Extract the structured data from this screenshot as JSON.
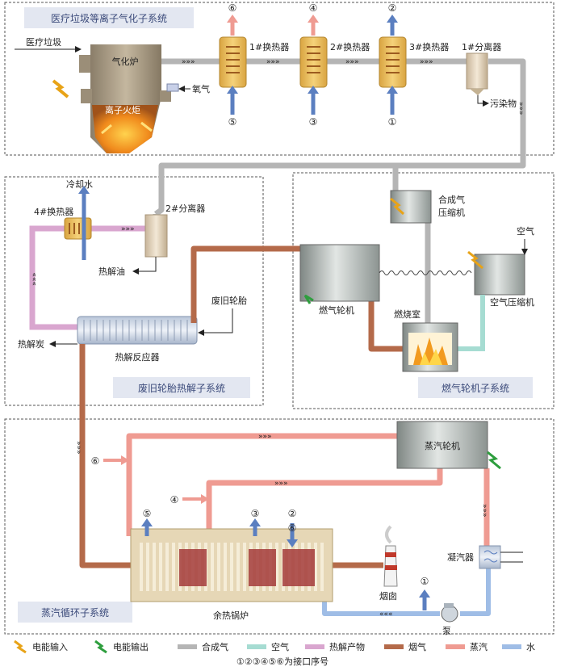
{
  "subsystems": {
    "gasification": "医疗垃圾等离子气化子系统",
    "pyrolysis": "废旧轮胎热解子系统",
    "gas_turbine": "燃气轮机子系统",
    "steam_cycle": "蒸汽循环子系统"
  },
  "labels": {
    "medical_waste": "医疗垃圾",
    "gasifier": "气化炉",
    "plasma_torch": "离子火炬",
    "oxygen": "氧气",
    "hx1": "1#换热器",
    "hx2": "2#换热器",
    "hx3": "3#换热器",
    "hx4": "4#换热器",
    "sep1": "1#分离器",
    "sep2": "2#分离器",
    "pollutant": "污染物",
    "cooling_water": "冷却水",
    "pyrolysis_oil": "热解油",
    "pyrolysis_char": "热解炭",
    "pyrolysis_reactor": "热解反应器",
    "waste_tire": "废旧轮胎",
    "syngas_compressor_1": "合成气",
    "syngas_compressor_2": "压缩机",
    "gas_turbine": "燃气轮机",
    "combustor": "燃烧室",
    "air": "空气",
    "air_compressor": "空气压缩机",
    "steam_turbine": "蒸汽轮机",
    "condenser": "凝汽器",
    "chimney": "烟囱",
    "pump": "泵",
    "hrsg": "余热锅炉"
  },
  "ports": {
    "p1": "①",
    "p2": "②",
    "p3": "③",
    "p4": "④",
    "p5": "⑤",
    "p6": "⑥"
  },
  "legend": {
    "items": [
      {
        "label": "电能输入",
        "color": "#e8a317",
        "kind": "bolt"
      },
      {
        "label": "电能输出",
        "color": "#2e9e3e",
        "kind": "bolt"
      },
      {
        "label": "合成气",
        "color": "#b5b5b5",
        "kind": "line"
      },
      {
        "label": "空气",
        "color": "#a6dcd2",
        "kind": "line"
      },
      {
        "label": "热解产物",
        "color": "#d9a6cf",
        "kind": "line"
      },
      {
        "label": "烟气",
        "color": "#b46a4a",
        "kind": "line"
      },
      {
        "label": "蒸汽",
        "color": "#ef9b92",
        "kind": "line"
      },
      {
        "label": "水",
        "color": "#9fbde6",
        "kind": "line"
      }
    ],
    "note": "①②③④⑤⑥为接口序号"
  },
  "colors": {
    "syngas": "#b5b5b5",
    "air": "#a6dcd2",
    "pyro": "#d9a6cf",
    "flue": "#b46a4a",
    "steam": "#ef9b92",
    "water": "#9fbde6",
    "blue_arrow": "#5b7fc0",
    "red_arrow": "#ef9b92"
  }
}
